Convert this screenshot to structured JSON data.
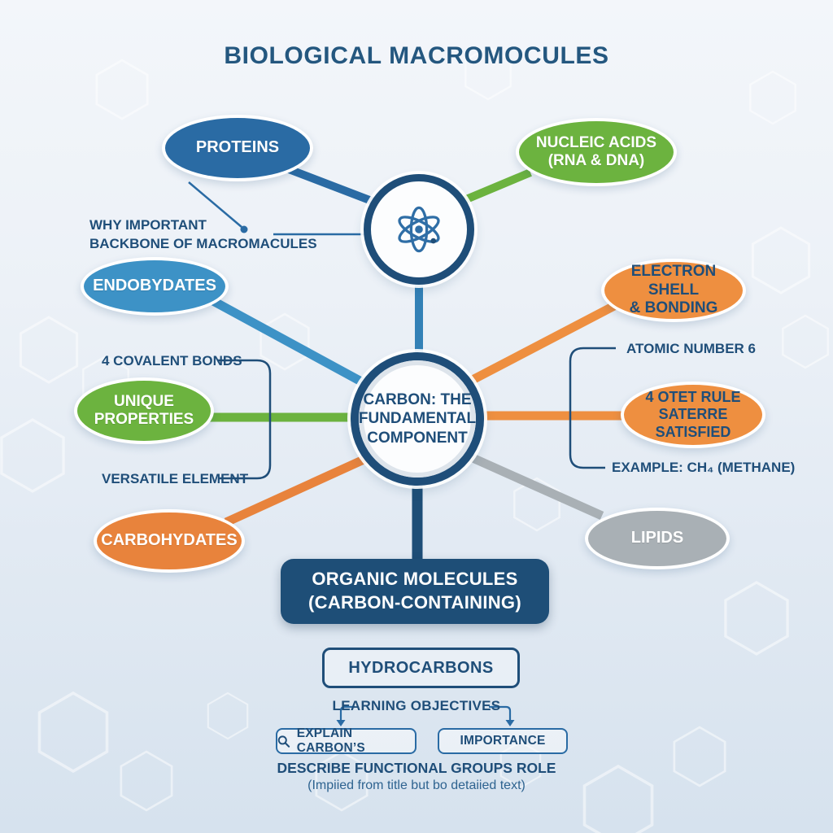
{
  "title": "BIOLOGICAL MACROMOCULES",
  "palette": {
    "navy": "#1F4E79",
    "blue": "#2A6BA4",
    "light_blue": "#3D92C6",
    "green": "#6CB33F",
    "orange": "#EE8F40",
    "orange_dark": "#E8833C",
    "gray": "#A9B0B5",
    "background": "#E6EDF5"
  },
  "icons": {
    "center_top": "atom-icon",
    "objective_left": "search-icon"
  },
  "nodes": {
    "proteins": {
      "label": "PROTEINS",
      "color": "#2A6BA4"
    },
    "nucleic_acids": {
      "label": "NUCLEIC ACIDS\n(RNA & DNA)",
      "color": "#6CB33F"
    },
    "endobydates": {
      "label": "ENDOBYDATES",
      "color": "#3D92C6"
    },
    "electron_shell": {
      "label": "ELECTRON SHELL\n& BONDING",
      "color": "#EE8F40"
    },
    "unique_properties": {
      "label": "UNIQUE\nPROPERTIES",
      "color": "#6CB33F"
    },
    "carbon_center": {
      "label": "CARBON: THE\nFUNDAMENTAL\nCOMPONENT",
      "color": "#FFFFFF"
    },
    "octet_rule": {
      "label": "4 OTET RULE\nSATERRE SATISFIED",
      "color": "#EE8F40"
    },
    "carbohydates": {
      "label": "CARBOHYDATES",
      "color": "#E8833C"
    },
    "lipids": {
      "label": "LIPIDS",
      "color": "#A9B0B5"
    },
    "organic_molecules": {
      "label": "ORGANIC MOLECULES\n(CARBON-CONTAINING)",
      "color": "#1E4E77"
    },
    "hydrocarbons": {
      "label": "HYDROCARBONS"
    }
  },
  "annotations": {
    "why_important": "WHY IMPORTANT\nBACKBONE OF MACROMACULES",
    "covalent_bonds": "4 COVALENT BONDS",
    "atomic_number": "ATOMIC NUMBER 6",
    "versatile_element": "VERSATILE ELEMENT",
    "example_methane": "EXAMPLE: CH₄ (METHANE)"
  },
  "learning": {
    "heading": "LEARNING OBJECTIVES",
    "objective_1": "EXPLAIN CARBON’S",
    "objective_2": "IMPORTANCE",
    "footer_line_1": "DESCRIBE FUNCTIONAL GROUPS ROLE",
    "footer_line_2": "(Impiied from title but bo detaiied text)"
  }
}
